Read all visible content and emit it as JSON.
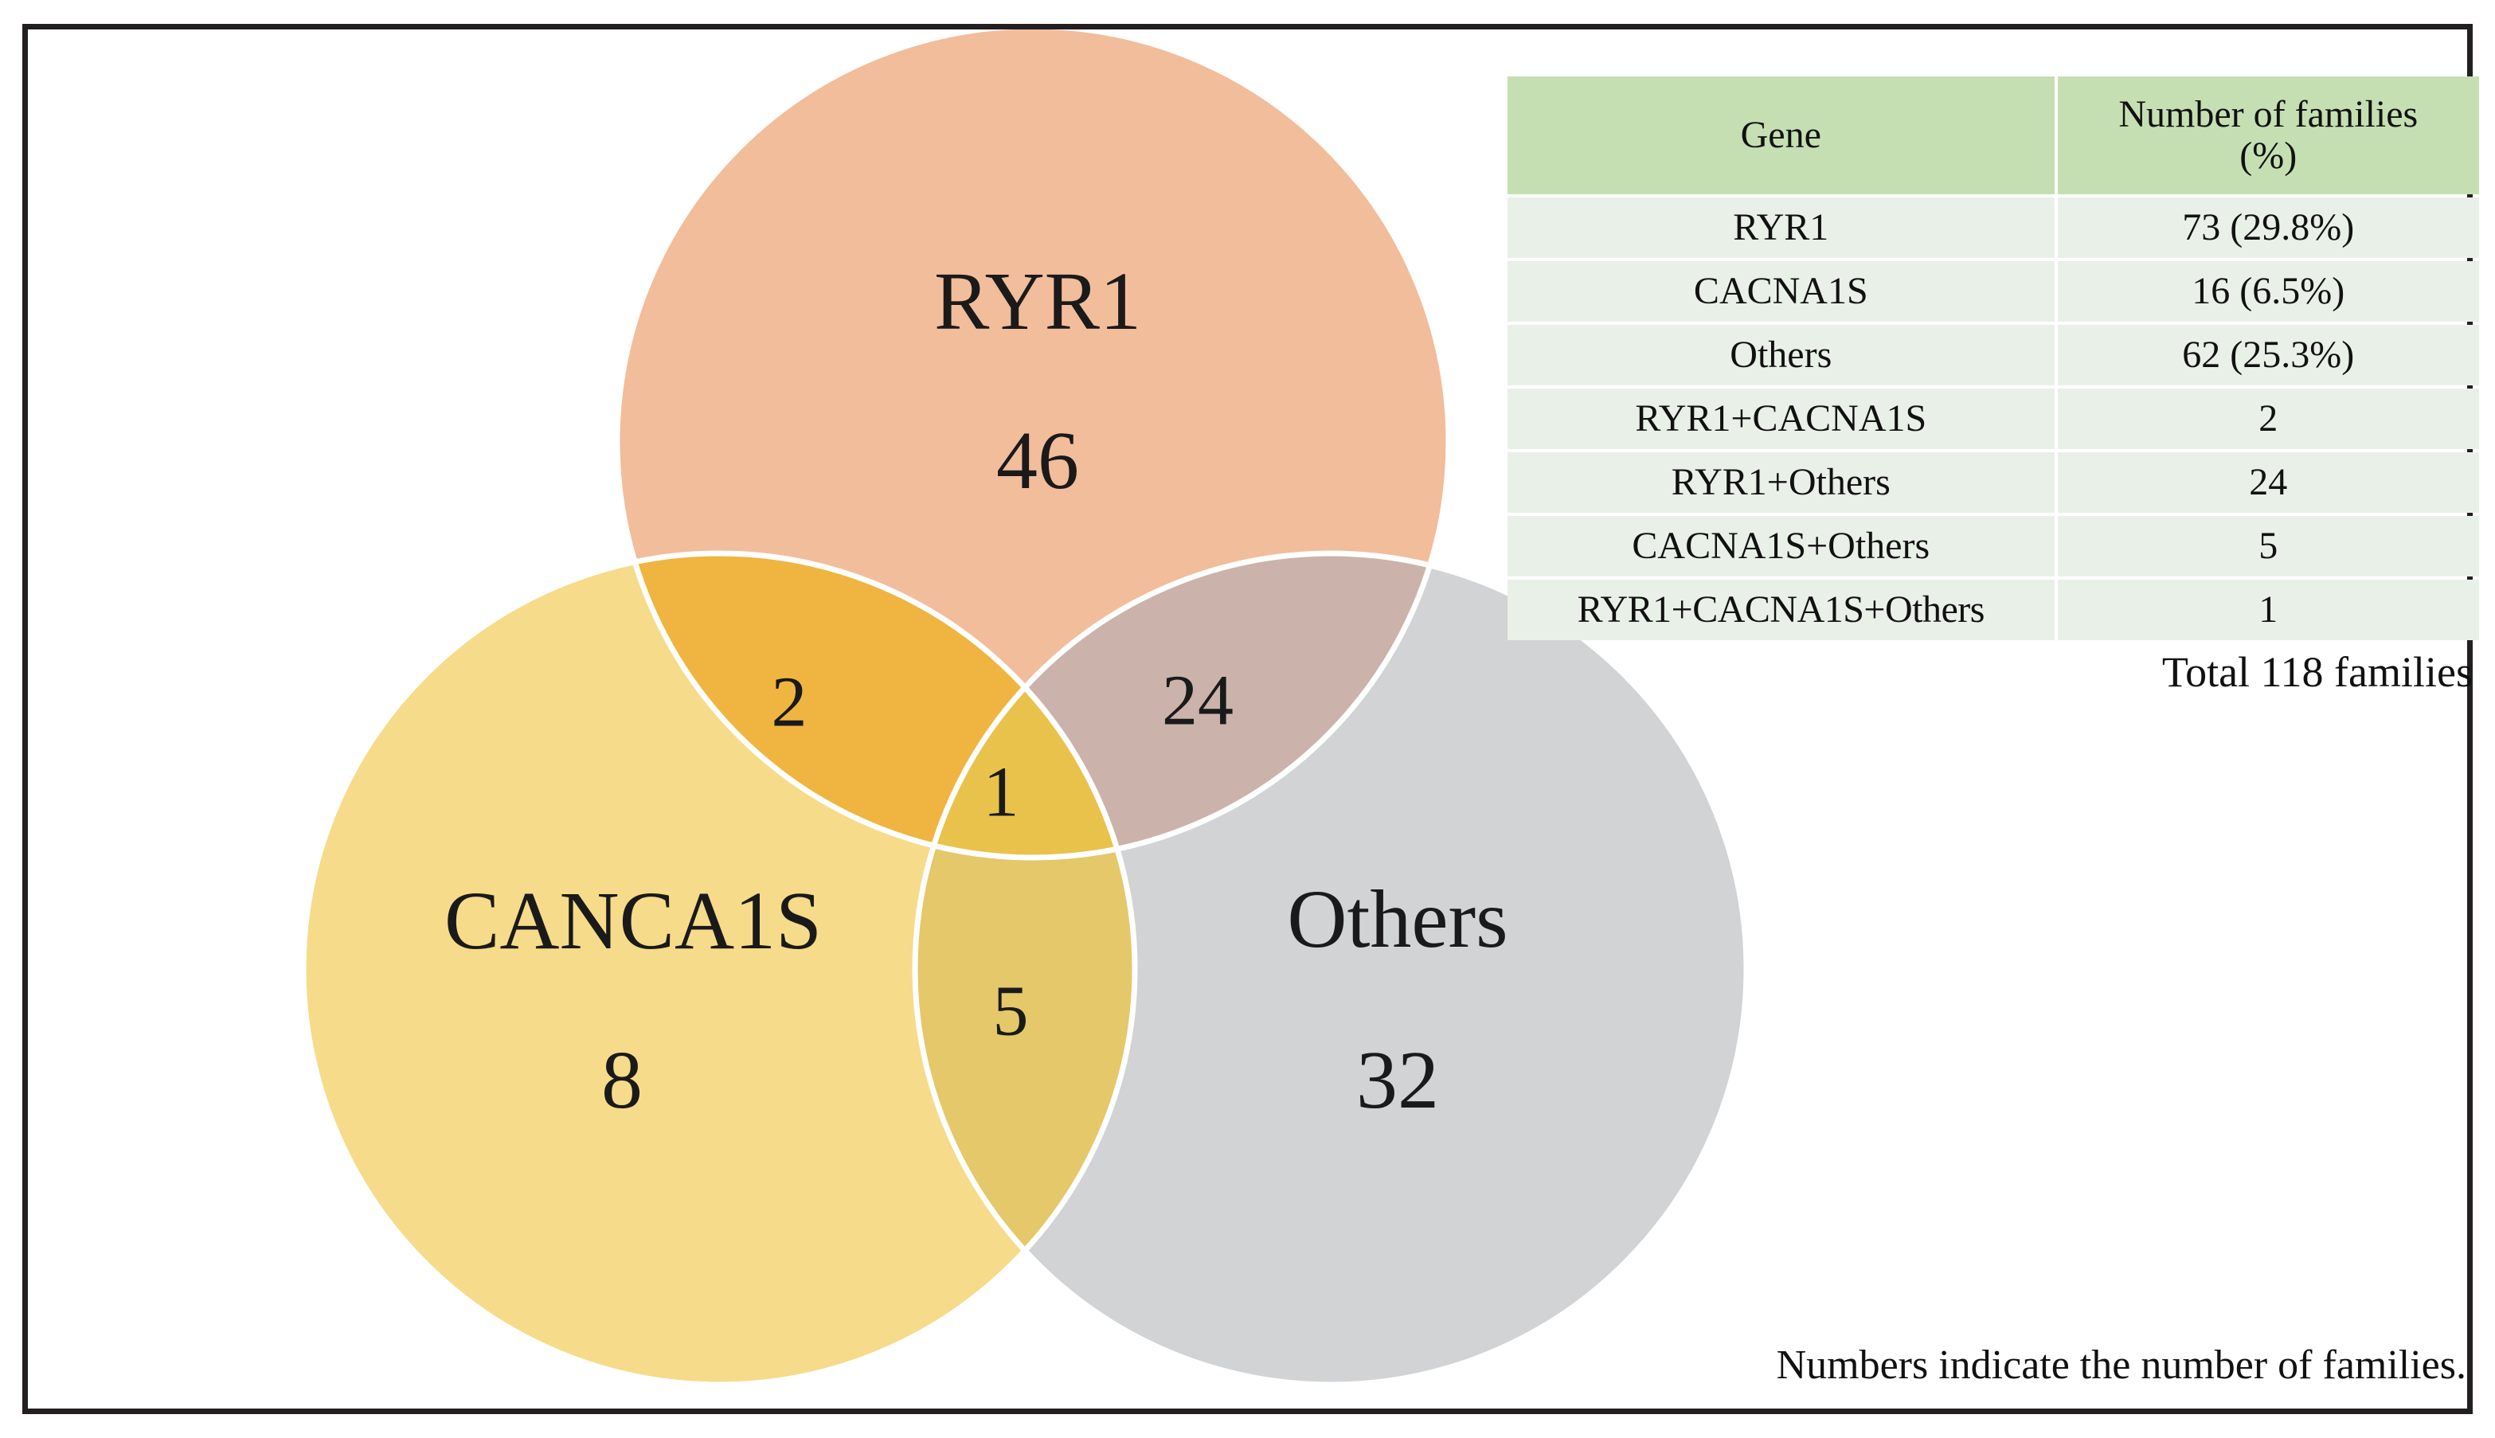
{
  "venn": {
    "sets": [
      {
        "id": "ryr1",
        "label": "RYR1",
        "count": "46",
        "color": "#f2bd9b"
      },
      {
        "id": "cacna1s",
        "label": "CANCA1S",
        "count": "8",
        "color": "#f6db8a"
      },
      {
        "id": "others",
        "label": "Others",
        "count": "32",
        "color": "#d2d3d5"
      }
    ],
    "overlaps": [
      {
        "id": "ryr1-cacna1s",
        "count": "2",
        "color": "#f0b540"
      },
      {
        "id": "ryr1-others",
        "count": "24",
        "color": "#cbb3ac"
      },
      {
        "id": "cacna1s-others",
        "count": "5",
        "color": "#e4c86a"
      },
      {
        "id": "ryr1-cacna1s-others",
        "count": "1",
        "color": "#e9c24c"
      }
    ],
    "stroke_color": "#ffffff"
  },
  "table": {
    "headers": {
      "gene": "Gene",
      "count_line1": "Number of families",
      "count_line2": "(%)"
    },
    "header_bg": "#c5dfb2",
    "row_bg": "#e9f0e8",
    "rows": [
      {
        "gene": "RYR1",
        "count": "73 (29.8%)"
      },
      {
        "gene": "CACNA1S",
        "count": "16 (6.5%)"
      },
      {
        "gene": "Others",
        "count": "62 (25.3%)"
      },
      {
        "gene": "RYR1+CACNA1S",
        "count": "2"
      },
      {
        "gene": "RYR1+Others",
        "count": "24"
      },
      {
        "gene": "CACNA1S+Others",
        "count": "5"
      },
      {
        "gene": "RYR1+CACNA1S+Others",
        "count": "1"
      }
    ],
    "total_label": "Total 118 families"
  },
  "footer": {
    "note": "Numbers indicate the number of families."
  },
  "chart_data": {
    "type": "venn",
    "title": "",
    "sets": [
      "RYR1",
      "CACNA1S",
      "Others"
    ],
    "regions": [
      {
        "region": "RYR1 only",
        "value": 46
      },
      {
        "region": "CACNA1S only",
        "value": 8
      },
      {
        "region": "Others only",
        "value": 32
      },
      {
        "region": "RYR1 & CACNA1S",
        "value": 2
      },
      {
        "region": "RYR1 & Others",
        "value": 24
      },
      {
        "region": "CACNA1S & Others",
        "value": 5
      },
      {
        "region": "RYR1 & CACNA1S & Others",
        "value": 1
      }
    ],
    "set_totals": [
      {
        "set": "RYR1",
        "value": 73,
        "percent": 29.8
      },
      {
        "set": "CACNA1S",
        "value": 16,
        "percent": 6.5
      },
      {
        "set": "Others",
        "value": 62,
        "percent": 25.3
      }
    ],
    "total": 118,
    "units": "families"
  }
}
